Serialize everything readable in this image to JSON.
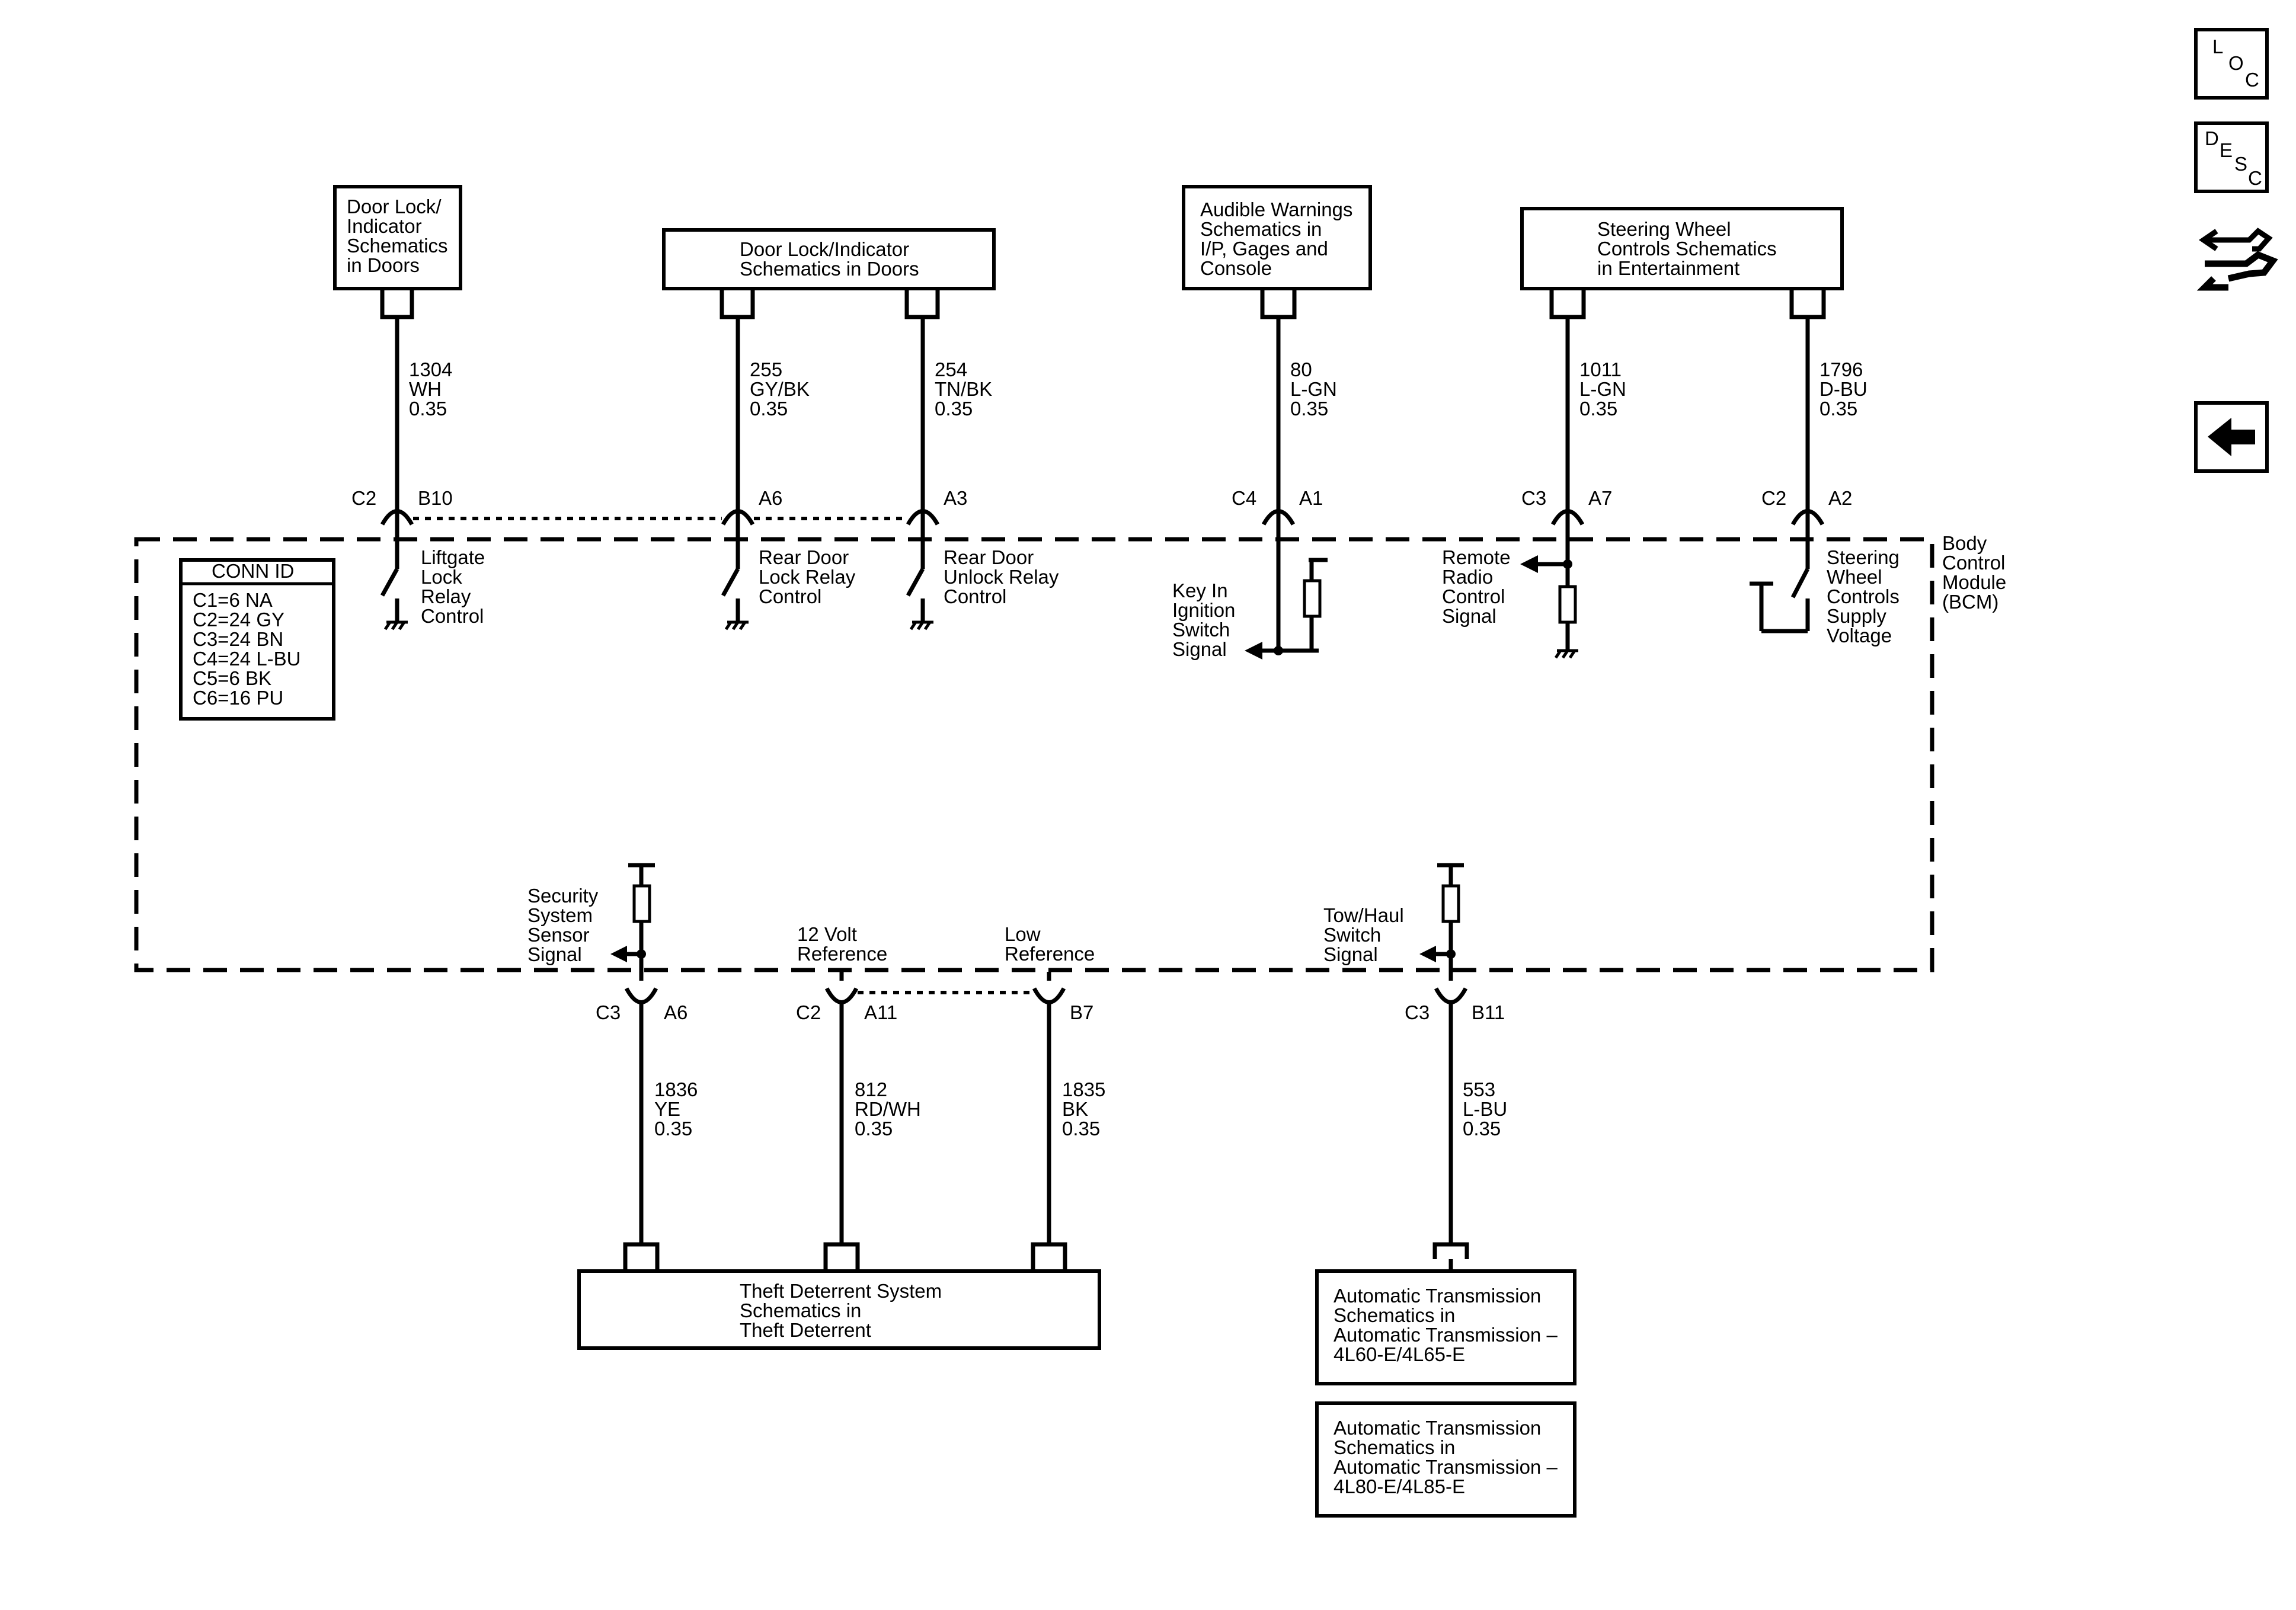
{
  "nav": {
    "loc": [
      "L",
      "O",
      "C"
    ],
    "desc": [
      "D",
      "E",
      "S",
      "C"
    ]
  },
  "bcm": {
    "label": [
      "Body",
      "Control",
      "Module",
      "(BCM)"
    ]
  },
  "conn_id": {
    "title": "CONN ID",
    "rows": [
      "C1=6 NA",
      "C2=24 GY",
      "C3=24 BN",
      "C4=24 L-BU",
      "C5=6 BK",
      "C6=16 PU"
    ]
  },
  "ref_boxes": {
    "door_lock_1": [
      "Door Lock/",
      "Indicator",
      "Schematics",
      "in Doors"
    ],
    "door_lock_2": [
      "Door Lock/Indicator",
      "Schematics in Doors"
    ],
    "audible": [
      "Audible Warnings",
      "Schematics in",
      "I/P, Gages and",
      "Console"
    ],
    "steering": [
      "Steering Wheel",
      "Controls Schematics",
      "in Entertainment"
    ],
    "theft": [
      "Theft Deterrent System",
      "Schematics in",
      "Theft Deterrent"
    ],
    "auto_trans_1": [
      "Automatic Transmission",
      "Schematics in",
      "Automatic Transmission –",
      "4L60-E/4L65-E"
    ],
    "auto_trans_2": [
      "Automatic Transmission",
      "Schematics in",
      "Automatic Transmission –",
      "4L80-E/4L85-E"
    ]
  },
  "circuits_top": [
    {
      "circuit": "1304",
      "color": "WH",
      "gauge": "0.35",
      "conn": "C2",
      "pin": "B10",
      "function": [
        "Liftgate",
        "Lock",
        "Relay",
        "Control"
      ]
    },
    {
      "circuit": "255",
      "color": "GY/BK",
      "gauge": "0.35",
      "conn": "",
      "pin": "A6",
      "function": [
        "Rear Door",
        "Lock Relay",
        "Control"
      ]
    },
    {
      "circuit": "254",
      "color": "TN/BK",
      "gauge": "0.35",
      "conn": "",
      "pin": "A3",
      "function": [
        "Rear Door",
        "Unlock Relay",
        "Control"
      ]
    },
    {
      "circuit": "80",
      "color": "L-GN",
      "gauge": "0.35",
      "conn": "C4",
      "pin": "A1",
      "function": [
        "Key In",
        "Ignition",
        "Switch",
        "Signal"
      ]
    },
    {
      "circuit": "1011",
      "color": "L-GN",
      "gauge": "0.35",
      "conn": "C3",
      "pin": "A7",
      "function": [
        "Remote",
        "Radio",
        "Control",
        "Signal"
      ]
    },
    {
      "circuit": "1796",
      "color": "D-BU",
      "gauge": "0.35",
      "conn": "C2",
      "pin": "A2",
      "function": [
        "Steering",
        "Wheel",
        "Controls",
        "Supply",
        "Voltage"
      ]
    }
  ],
  "circuits_bottom": [
    {
      "circuit": "1836",
      "color": "YE",
      "gauge": "0.35",
      "conn": "C3",
      "pin": "A6",
      "function": [
        "Security",
        "System",
        "Sensor",
        "Signal"
      ]
    },
    {
      "circuit": "812",
      "color": "RD/WH",
      "gauge": "0.35",
      "conn": "C2",
      "pin": "A11",
      "function": [
        "12 Volt",
        "Reference"
      ]
    },
    {
      "circuit": "1835",
      "color": "BK",
      "gauge": "0.35",
      "conn": "",
      "pin": "B7",
      "function": [
        "Low",
        "Reference"
      ]
    },
    {
      "circuit": "553",
      "color": "L-BU",
      "gauge": "0.35",
      "conn": "C3",
      "pin": "B11",
      "function": [
        "Tow/Haul",
        "Switch",
        "Signal"
      ]
    }
  ]
}
